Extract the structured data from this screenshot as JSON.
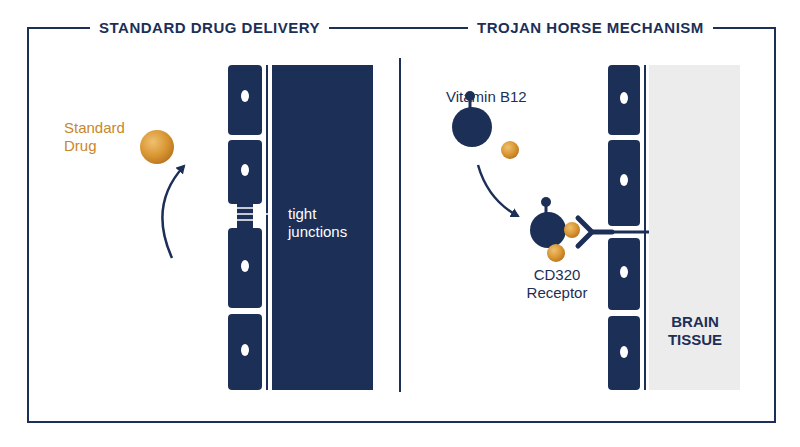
{
  "diagram": {
    "nodes": [
      {
        "text": [
          "tight junctions"
        ]
      },
      {
        "text": [
          "BRAIN TISSUE"
        ]
      }
    ],
    "labels": [
      "STANDARD DRUG DELIVERY",
      "TROJAN HORSE MECHANISM",
      "Standard Drug",
      "Vitamin B12",
      "CD320 Receptor"
    ]
  }
}
